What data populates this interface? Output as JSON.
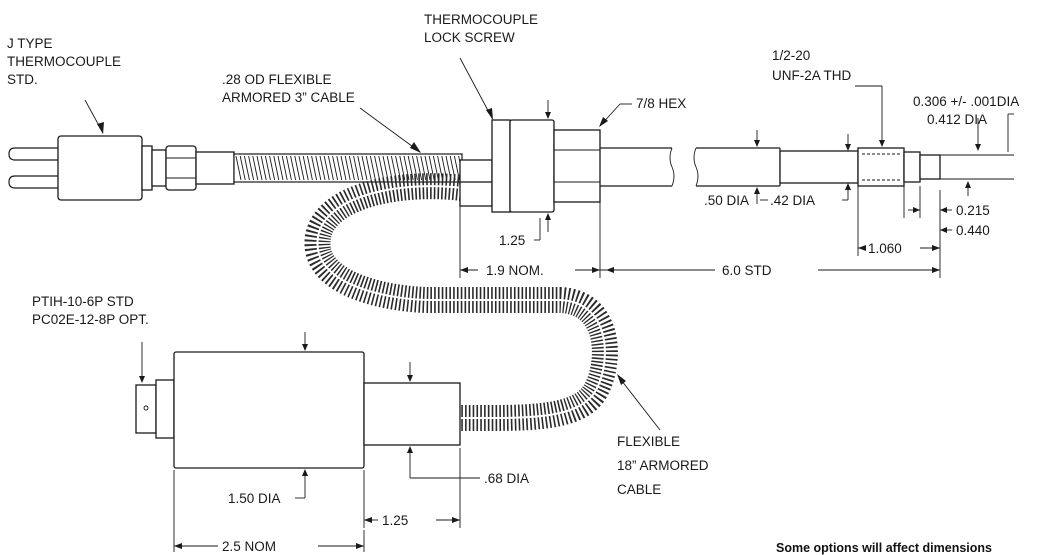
{
  "labels": {
    "j_type_line1": "J TYPE",
    "j_type_line2": "THERMOCOUPLE",
    "j_type_line3": "STD.",
    "cable_short_line1": ".28 OD FLEXIBLE",
    "cable_short_line2": "ARMORED 3” CABLE",
    "lock_screw_line1": "THERMOCOUPLE",
    "lock_screw_line2": "LOCK SCREW",
    "hex": "7/8 HEX",
    "thread_line1": "1/2-20",
    "thread_line2": "UNF-2A THD",
    "tip_dia": "0.306 +/- .001DIA",
    "tip_dia2": "0.412 DIA",
    "dia_050": ".50 DIA",
    "dia_042": ".42 DIA",
    "dim_0215": "0.215",
    "dim_0440": "0.440",
    "dim_1060": "1.060",
    "dim_125_top": "1.25",
    "dim_19": "1.9 NOM.",
    "dim_60": "6.0 STD",
    "connector_line1": "PTIH-10-6P STD",
    "connector_line2": "PC02E-12-8P OPT.",
    "cable_long_line1": "FLEXIBLE",
    "cable_long_line2": "18” ARMORED",
    "cable_long_line3": "CABLE",
    "dia_068": ".68 DIA",
    "dia_150": "1.50 DIA",
    "dim_125_bottom": "1.25",
    "dim_25": "2.5 NOM"
  },
  "note": "Some options will affect dimensions"
}
